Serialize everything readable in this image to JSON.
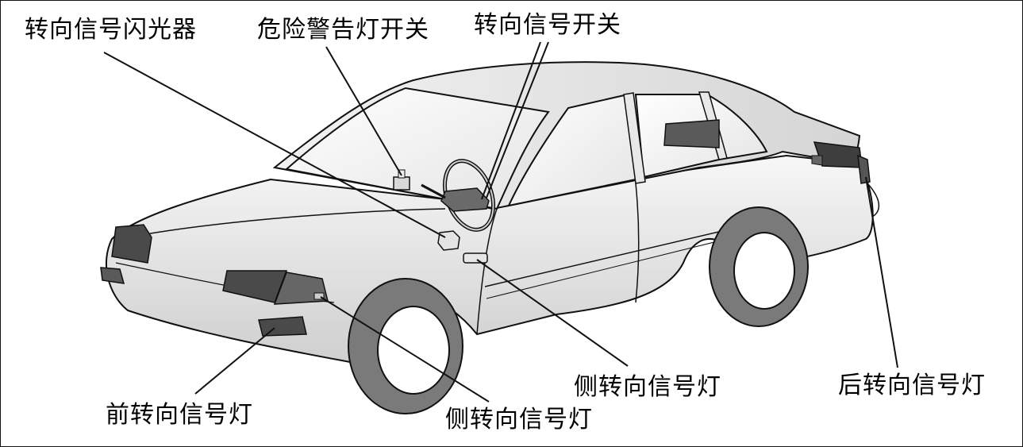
{
  "labels": {
    "flasher": "转向信号闪光器",
    "hazard_switch": "危险警告灯开关",
    "turn_switch": "转向信号开关",
    "front_turn_lamp": "前转向信号灯",
    "side_lamp_front": "侧转向信号灯",
    "side_lamp_mid": "侧转向信号灯",
    "rear_turn_lamp": "后转向信号灯"
  },
  "colors": {
    "outline": "#111111",
    "body_light": "#ffffff",
    "body_shade": "#d2d2d2",
    "lamp_dark": "#4a4a4a",
    "tire": "#7a7a7a"
  }
}
